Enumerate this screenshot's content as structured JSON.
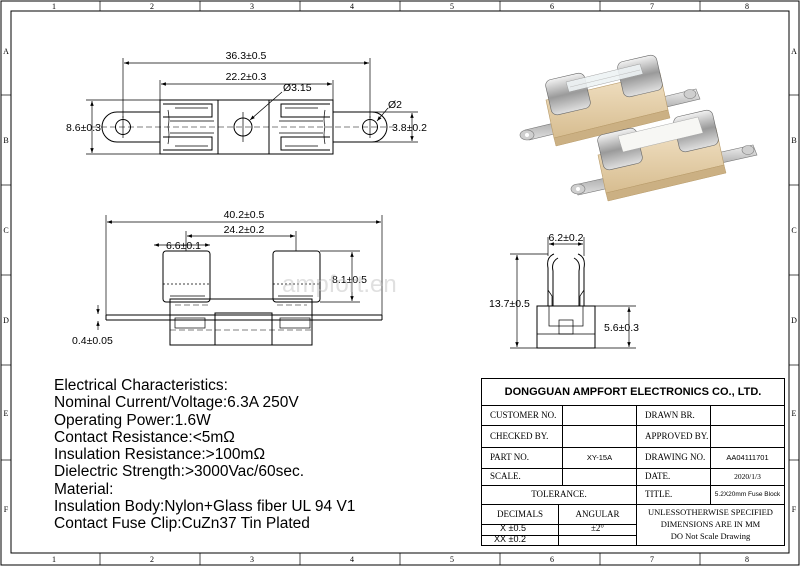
{
  "border": {
    "columns": [
      "1",
      "2",
      "3",
      "4",
      "5",
      "6",
      "7",
      "8"
    ],
    "rows": [
      "A",
      "B",
      "C",
      "D",
      "E",
      "F"
    ]
  },
  "top_view": {
    "dims": {
      "overall_length": "36.3±0.5",
      "hole_pitch": "22.2±0.3",
      "center_hole": "Ø3.15",
      "end_hole": "Ø2",
      "height": "8.6±0.3",
      "tab_width": "3.8±0.2"
    }
  },
  "front_view": {
    "dims": {
      "overall_length": "40.2±0.5",
      "clip_spacing": "24.2±0.2",
      "clip_width": "6.6±0.1",
      "clip_height": "8.1±0.5",
      "terminal_thickness": "0.4±0.05"
    }
  },
  "side_view": {
    "dims": {
      "clip_opening": "6.2±0.2",
      "overall_height": "13.7±0.5",
      "base_height": "5.6±0.3"
    }
  },
  "watermark": "ampfort.en",
  "specs": {
    "lines": [
      "Electrical Characteristics:",
      "Nominal Current/Voltage:6.3A 250V",
      "Operating Power:1.6W",
      "Contact Resistance:<5mΩ",
      "Insulation Resistance:>100mΩ",
      "Dielectric Strength:>3000Vac/60sec.",
      "Material:",
      "Insulation Body:Nylon+Glass fiber UL 94 V1",
      "Contact Fuse Clip:CuZn37 Tin Plated"
    ]
  },
  "title_block": {
    "company": "DONGGUAN AMPFORT ELECTRONICS CO., LTD.",
    "customer_no_label": "CUSTOMER NO.",
    "customer_no_value": "",
    "drawn_by_label": "DRAWN BR.",
    "drawn_by_value": "",
    "checked_by_label": "CHECKED BY.",
    "checked_by_value": "",
    "approved_by_label": "APPROVED BY.",
    "approved_by_value": "",
    "part_no_label": "PART NO.",
    "part_no_value": "XY-15A",
    "drawing_no_label": "DRAWING NO.",
    "drawing_no_value": "AA04111701",
    "scale_label": "SCALE.",
    "scale_value": "",
    "date_label": "DATE.",
    "date_value": "2020/1/3",
    "tolerance_label": "TOLERANCE.",
    "title_label": "TITLE.",
    "title_value": "5.2X20mm Fuse Block",
    "decimals_label": "DECIMALS",
    "angular_label": "ANGULAR",
    "tol_x": "X  ±0.5",
    "tol_xx": "XX  ±0.2",
    "tol_angular": "±2°",
    "note_1": "UNLESSOTHERWISE SPECIFIED",
    "note_2": "DIMENSIONS ARE IN MM",
    "note_3": "DO Not Scale Drawing"
  }
}
